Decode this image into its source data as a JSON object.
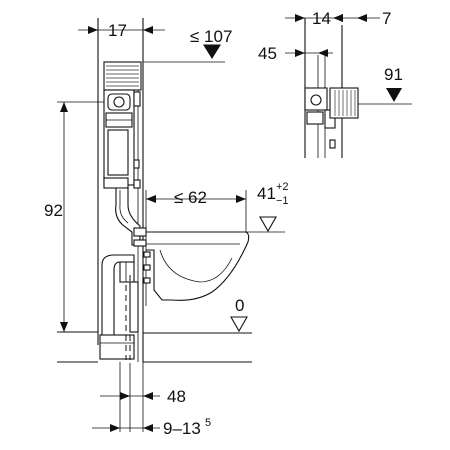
{
  "dimensions": {
    "frame_depth": "17",
    "cistern_height_max": "≤ 107",
    "detail_width": "14",
    "detail_offset": "7",
    "detail_depth": "45",
    "detail_height": "91",
    "wc_height": "92",
    "wc_projection_max": "≤ 62",
    "seat_height": "41",
    "seat_tolerance_upper": "+2",
    "seat_tolerance_lower": "−1",
    "floor_level": "0",
    "drain_offset": "48",
    "wall_thickness": "9–13",
    "wall_thickness_exp": "5"
  }
}
